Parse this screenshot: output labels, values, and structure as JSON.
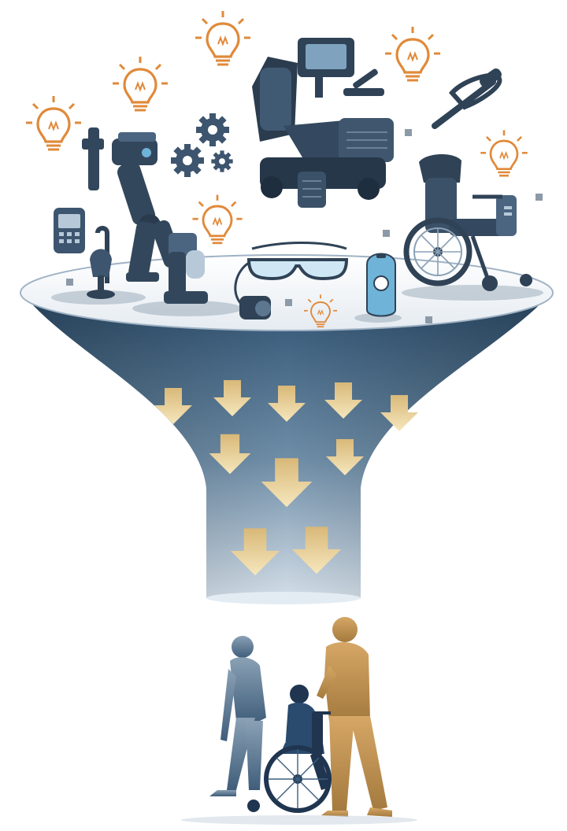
{
  "scene": {
    "colors": {
      "funnel_dark": "#3d5f7e",
      "funnel_light": "#c9d6e2",
      "funnel_top": "#f2f5f8",
      "bulb": "#e08a3a",
      "arrow_light": "#f2e2b6",
      "arrow_dark": "#c9a45c",
      "device": "#2f4256",
      "device_light": "#5d7790",
      "accent_blue": "#6fb3d8",
      "person_walking": "#6e889e",
      "person_pushing": "#c99a58",
      "person_seated": "#24415f"
    },
    "icons": [
      "lightbulb-icon",
      "gear-icon",
      "robot-arm-icon",
      "power-wheelchair-icon",
      "wheelchair-icon",
      "smart-glasses-icon",
      "hearing-device-icon",
      "phone-device-icon",
      "walking-cane-icon",
      "reaching-tool-icon",
      "down-arrow-icon"
    ],
    "arrow_rows": [
      5,
      3,
      2
    ]
  }
}
